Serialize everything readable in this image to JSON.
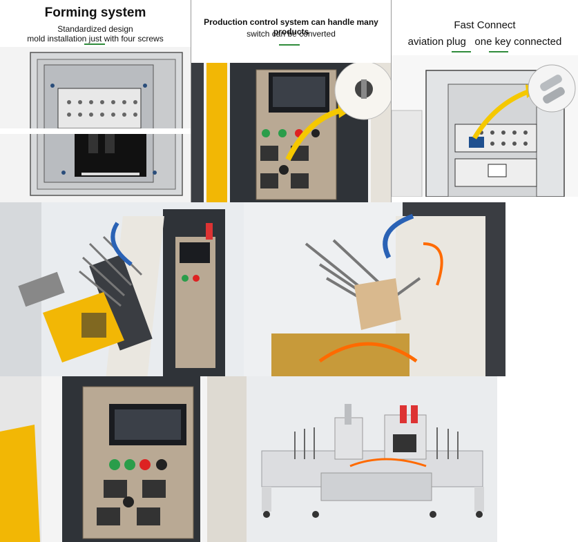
{
  "panels": {
    "forming": {
      "title": "Forming system",
      "subtitle_line1": "Standardized design",
      "subtitle_line2": "mold installation just with four screws"
    },
    "control": {
      "title_line1": "Production control system can handle many products",
      "title_line2": "switch can be converted"
    },
    "connect": {
      "title_line1": "Fast Connect",
      "title_part_a": "aviation plug",
      "title_part_b": "one key connected"
    }
  },
  "colors": {
    "accent_underline": "#2e8b3a",
    "machine_yellow": "#f2b705",
    "arrow_yellow": "#f5c800",
    "machine_cream": "#eae7e0",
    "panel_dark": "#2f3338"
  },
  "icons": [
    "arrow-icon",
    "aviation-plug-icon",
    "selector-knob-icon",
    "touchscreen-icon"
  ]
}
